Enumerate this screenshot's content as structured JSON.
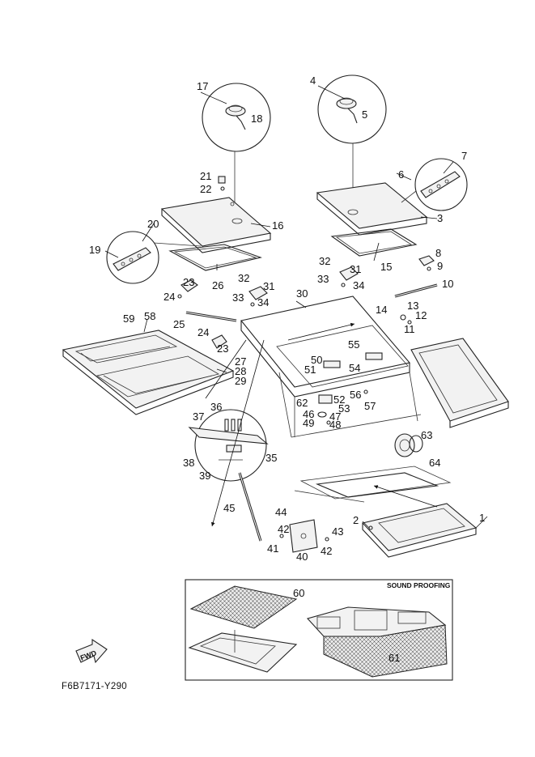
{
  "diagram_code": "F6B7171-Y290",
  "direction_label": "FWD",
  "inset_title": "SOUND PROOFING",
  "labels": {
    "p1": "1",
    "p2": "2",
    "p3": "3",
    "p4": "4",
    "p5": "5",
    "p6": "6",
    "p7": "7",
    "p8": "8",
    "p9": "9",
    "p10": "10",
    "p11": "11",
    "p12": "12",
    "p13": "13",
    "p14": "14",
    "p15": "15",
    "p16": "16",
    "p17": "17",
    "p18": "18",
    "p19": "19",
    "p20": "20",
    "p21": "21",
    "p22": "22",
    "p23a": "23",
    "p23b": "23",
    "p24a": "24",
    "p24b": "24",
    "p25": "25",
    "p26": "26",
    "p27": "27",
    "p28": "28",
    "p29": "29",
    "p30": "30",
    "p31a": "31",
    "p31b": "31",
    "p32a": "32",
    "p32b": "32",
    "p33a": "33",
    "p33b": "33",
    "p34a": "34",
    "p34b": "34",
    "p35": "35",
    "p36": "36",
    "p37": "37",
    "p38": "38",
    "p39": "39",
    "p40": "40",
    "p41": "41",
    "p42a": "42",
    "p42b": "42",
    "p43": "43",
    "p44": "44",
    "p45": "45",
    "p46": "46",
    "p47": "47",
    "p48": "48",
    "p49": "49",
    "p50": "50",
    "p51": "51",
    "p52": "52",
    "p53": "53",
    "p54": "54",
    "p55": "55",
    "p56": "56",
    "p57": "57",
    "p58": "58",
    "p59": "59",
    "p60": "60",
    "p61": "61",
    "p62": "62",
    "p63": "63",
    "p64": "64"
  }
}
